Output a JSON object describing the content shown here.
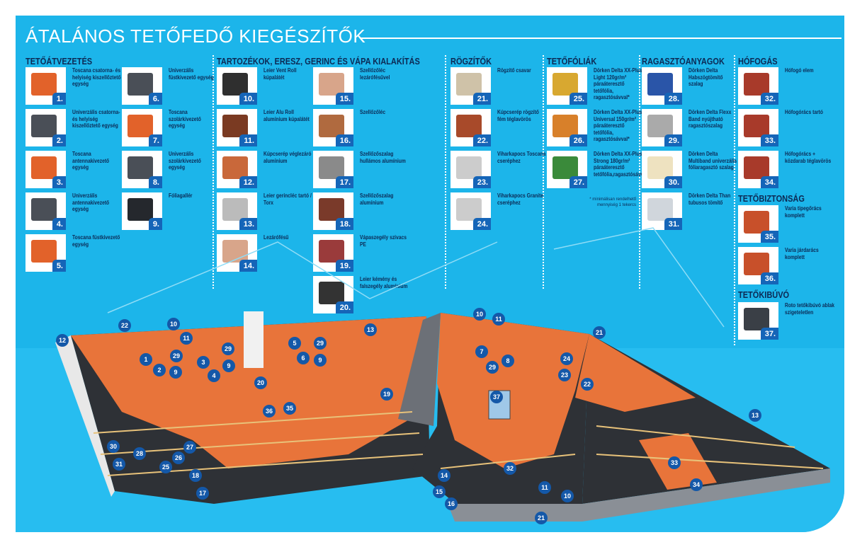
{
  "title": "ÁTALÁNOS TETŐFEDŐ KIEGÉSZÍTŐK",
  "sections": [
    {
      "id": "tetoatvezetes",
      "heading": "TETŐÁTVEZETÉS",
      "items": [
        {
          "num": "1.",
          "label": "Toscana csatorna- és helyiség kiszellőztető egység",
          "color": "#e2622a"
        },
        {
          "num": "2.",
          "label": "Univerzális csatorna- és helyiség kiszellőztető egység",
          "color": "#4a4f57"
        },
        {
          "num": "3.",
          "label": "Toscana antennakivezető egység",
          "color": "#e2622a"
        },
        {
          "num": "4.",
          "label": "Univerzális antennakivezető egység",
          "color": "#4a4f57"
        },
        {
          "num": "5.",
          "label": "Toscana füstkivezető egység",
          "color": "#e2622a"
        },
        {
          "num": "6.",
          "label": "Univerzális füstkivezető egység",
          "color": "#4a4f57"
        },
        {
          "num": "7.",
          "label": "Toscana szolárkivezető egység",
          "color": "#e2622a"
        },
        {
          "num": "8.",
          "label": "Univerzális szolárkivezető egység",
          "color": "#4a4f57"
        },
        {
          "num": "9.",
          "label": "Fóliagallér",
          "color": "#25282d"
        }
      ]
    },
    {
      "id": "tartozekok",
      "heading": "TARTOZÉKOK, ERESZ, GERINC ÉS VÁPA KIALAKÍTÁS",
      "items": [
        {
          "num": "10.",
          "label": "Leier Vent Roll kúpalátét",
          "color": "#2f2f2f"
        },
        {
          "num": "11.",
          "label": "Leier Alu Roll alumínium kúpalátét",
          "color": "#7a3a22"
        },
        {
          "num": "12.",
          "label": "Kúpcserép véglezáró alumínium",
          "color": "#c9683a"
        },
        {
          "num": "13.",
          "label": "Leier gerincléc tartó / Torx",
          "color": "#bbbbbb"
        },
        {
          "num": "14.",
          "label": "Lezárófésű",
          "color": "#d8a58a"
        },
        {
          "num": "15.",
          "label": "Szellőzőléc lezárófésűvel",
          "color": "#d8a58a"
        },
        {
          "num": "16.",
          "label": "Szellőzőléc",
          "color": "#b06a3f"
        },
        {
          "num": "17.",
          "label": "Szellőzőszalag hullámos alumínium",
          "color": "#8a8a8a"
        },
        {
          "num": "18.",
          "label": "Szellőzőszalag alumínium",
          "color": "#7a3a2a"
        },
        {
          "num": "19.",
          "label": "Vápaszegély szivacs PE",
          "color": "#9a3b3b"
        },
        {
          "num": "20.",
          "label": "Leier kémény és falszegély alumínium",
          "color": "#333333"
        }
      ]
    },
    {
      "id": "rogzitok",
      "heading": "RÖGZÍTŐK",
      "items": [
        {
          "num": "21.",
          "label": "Rögzítő csavar",
          "color": "#cfc2a8"
        },
        {
          "num": "22.",
          "label": "Kúpcserép rögzítő fém téglavörös",
          "color": "#a84a2a"
        },
        {
          "num": "23.",
          "label": "Viharkapocs Toscana cseréphez",
          "color": "#cccccc"
        },
        {
          "num": "24.",
          "label": "Viharkapocs Granite cseréphez",
          "color": "#cccccc"
        }
      ]
    },
    {
      "id": "tetofoliak",
      "heading": "TETŐFÓLIÁK",
      "items": [
        {
          "num": "25.",
          "label": "Dörken Delta XX-Plus Light 120gr/m² páraáteresztő tetőfólia, ragasztósávval*",
          "color": "#d8a830"
        },
        {
          "num": "26.",
          "label": "Dörken Delta XX-Plus Universal 150gr/m² páraáteresztő tetőfólia, ragasztósávval*",
          "color": "#d8802a"
        },
        {
          "num": "27.",
          "label": "Dörken Delta XX-Plus Strong 180gr/m² páraáteresztő tetőfólia,ragasztósávval*",
          "color": "#3a8a3a"
        }
      ],
      "note": "* minimálisan rendelhető mennyiség 1 tekercs"
    },
    {
      "id": "ragasztoanyagok",
      "heading": "RAGASZTÓANYAGOK",
      "items": [
        {
          "num": "28.",
          "label": "Dörken Delta Habszögtömítő szalag",
          "color": "#2a55a8"
        },
        {
          "num": "29.",
          "label": "Dörken Delta Flexx Band nyújtható ragasztószalag",
          "color": "#aaaaaa"
        },
        {
          "num": "30.",
          "label": "Dörken Delta Multiband univerzális fóliaragasztó szalag",
          "color": "#eee2c0"
        },
        {
          "num": "31.",
          "label": "Dörken Delta Than tubusos tömítő",
          "color": "#d0d6dc"
        }
      ]
    },
    {
      "id": "hofogas",
      "heading": "HÓFOGÁS",
      "items": [
        {
          "num": "32.",
          "label": "Hófogó elem",
          "color": "#a83a2a"
        },
        {
          "num": "33.",
          "label": "Hófogórács tartó",
          "color": "#a83a2a"
        },
        {
          "num": "34.",
          "label": "Hófogórács + közdarab téglavörös",
          "color": "#a83a2a"
        }
      ]
    },
    {
      "id": "tetobiztonsag",
      "heading": "TETŐBIZTONSÁG",
      "items": [
        {
          "num": "35.",
          "label": "Varia tipegőrács komplett",
          "color": "#c8502a"
        },
        {
          "num": "36.",
          "label": "Varia járdarács komplett",
          "color": "#c8502a"
        }
      ]
    },
    {
      "id": "tetokibuvo",
      "heading": "TETŐKIBÚVÓ",
      "items": [
        {
          "num": "37.",
          "label": "Roto tetőkibúvó ablak szigeteletlen",
          "color": "#3a3f46"
        }
      ]
    }
  ],
  "markers": [
    "12",
    "22",
    "10",
    "11",
    "1",
    "29",
    "2",
    "9",
    "3",
    "29",
    "4",
    "9",
    "20",
    "5",
    "29",
    "6",
    "9",
    "13",
    "36",
    "35",
    "19",
    "10",
    "11",
    "21",
    "7",
    "29",
    "8",
    "24",
    "23",
    "22",
    "37",
    "13",
    "30",
    "28",
    "27",
    "26",
    "25",
    "31",
    "18",
    "17",
    "14",
    "15",
    "16",
    "32",
    "11",
    "10",
    "21",
    "33",
    "34"
  ],
  "colors": {
    "background": "#1cb5ea",
    "badge": "#1565b8",
    "tile": "#e8743a",
    "membrane": "#2e3136"
  }
}
